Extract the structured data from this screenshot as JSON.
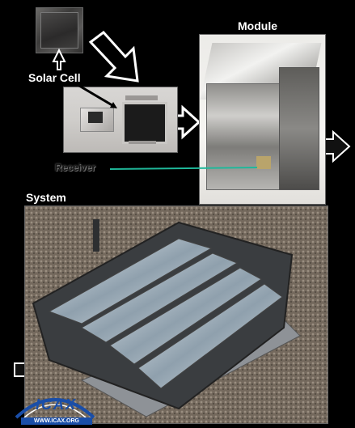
{
  "labels": {
    "solar_cell": "Solar Cell",
    "module": "Module",
    "receiver": "Receiver",
    "system": "System"
  },
  "logo": {
    "text": "ICAX",
    "url_text": "WWW.ICAX.ORG"
  },
  "colors": {
    "background": "#000000",
    "receiver_line": "#1fb89a",
    "logo_blue": "#1a4ea8"
  }
}
